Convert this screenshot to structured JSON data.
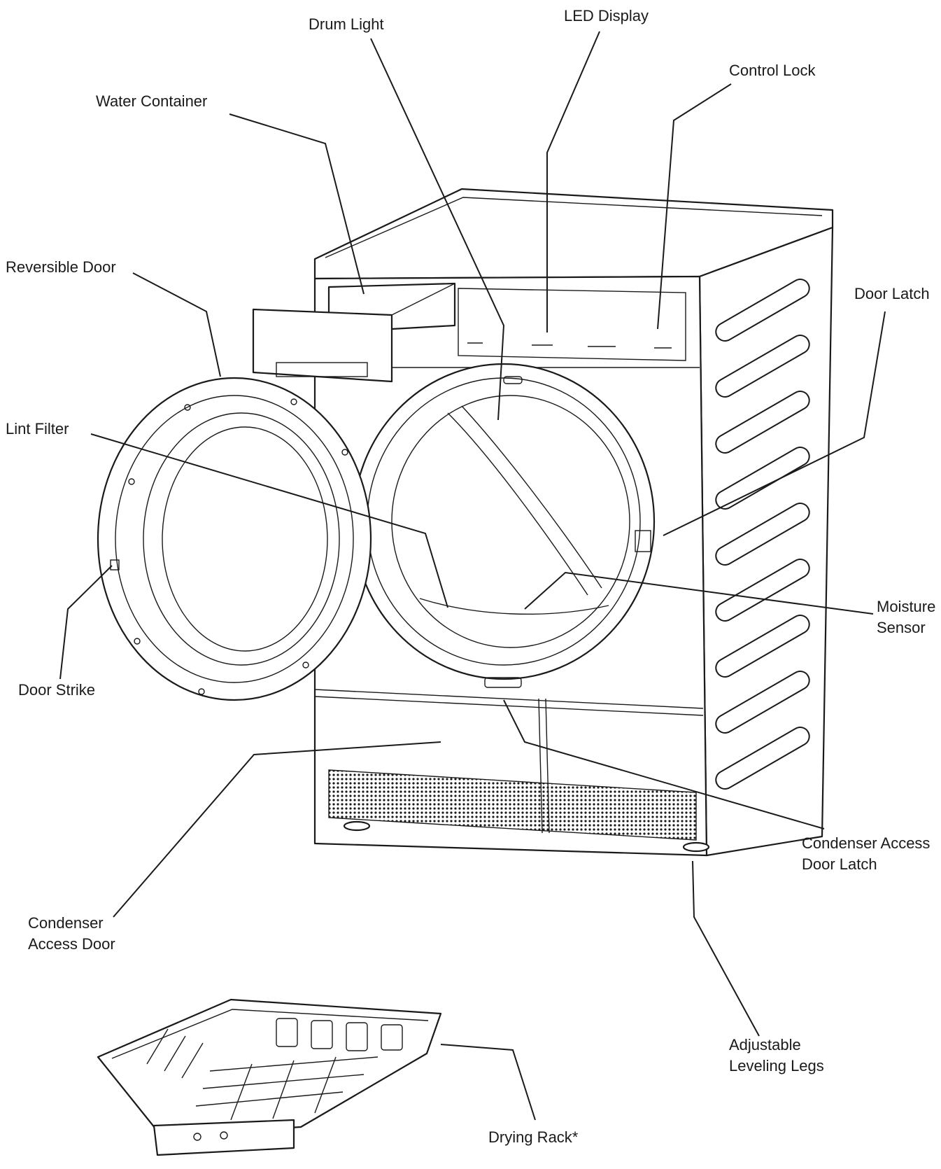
{
  "labels": {
    "drum_light": "Drum Light",
    "led_display": "LED Display",
    "control_lock": "Control Lock",
    "water_container": "Water Container",
    "reversible_door": "Reversible Door",
    "door_latch": "Door Latch",
    "lint_filter": "Lint Filter",
    "moisture_sensor": [
      "Moisture",
      "Sensor"
    ],
    "door_strike": "Door Strike",
    "condenser_access_door_latch": [
      "Condenser Access",
      "Door Latch"
    ],
    "condenser_access_door": [
      "Condenser",
      "Access Door"
    ],
    "adjustable_leveling_legs": [
      "Adjustable",
      "Leveling Legs"
    ],
    "drying_rack": "Drying Rack*"
  },
  "colors": {
    "line": "#1a1a1a",
    "background": "#ffffff"
  }
}
